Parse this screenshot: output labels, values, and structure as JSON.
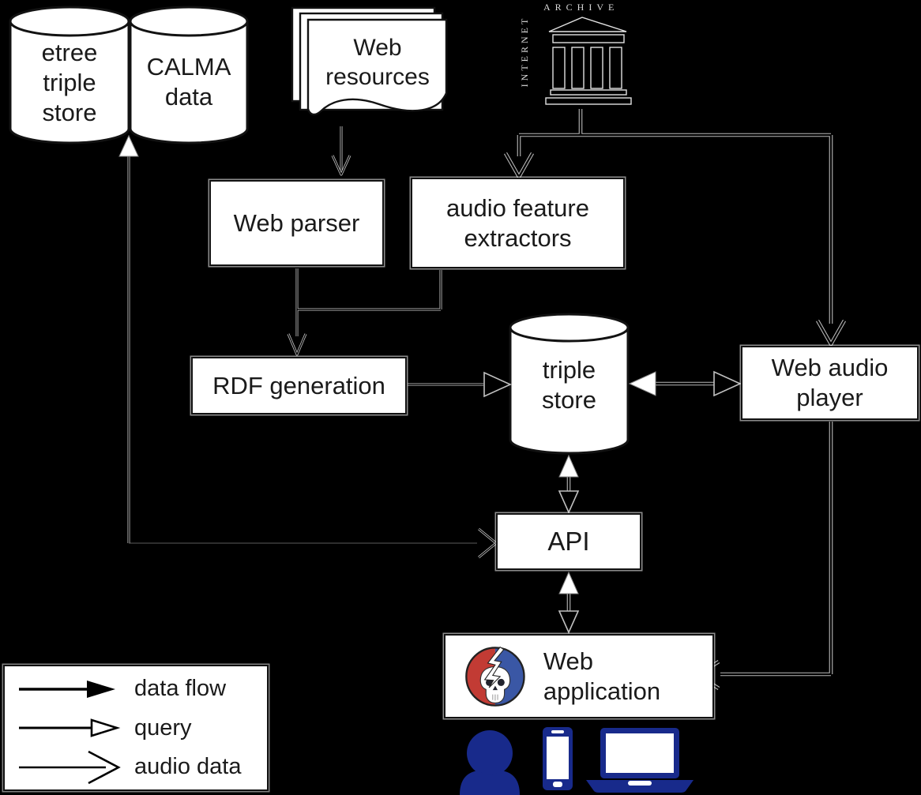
{
  "nodes": {
    "etree_store": {
      "label": "etree triple store"
    },
    "calma_data": {
      "label": "CALMA data"
    },
    "web_resources": {
      "label": "Web resources"
    },
    "internet_archive": {
      "top_text": "ARCHIVE",
      "side_text": "INTERNET"
    },
    "web_parser": {
      "label": "Web parser"
    },
    "audio_feature_extractors": {
      "label": "audio feature extractors"
    },
    "rdf_generation": {
      "label": "RDF generation"
    },
    "triple_store": {
      "label": "triple store"
    },
    "web_audio_player": {
      "label": "Web audio player"
    },
    "api": {
      "label": "API"
    },
    "web_application": {
      "label": "Web application"
    }
  },
  "legend": {
    "data_flow_label": "data flow",
    "query_label": "query",
    "audio_data_label": "audio data"
  },
  "icons": {
    "databases": "database-cylinder-icon",
    "documents": "document-stack-icon",
    "internet_archive_building": "internet-archive-icon",
    "grateful_dead_logo": "steal-your-face-icon",
    "user": "person-icon",
    "phone": "smartphone-icon",
    "laptop": "laptop-icon"
  },
  "colors": {
    "background": "#000000",
    "node_fill": "#ffffff",
    "node_text": "#1a1a1a",
    "device_blue": "#182a8b",
    "syf_red": "#c23b34",
    "syf_blue": "#3a57a5"
  }
}
